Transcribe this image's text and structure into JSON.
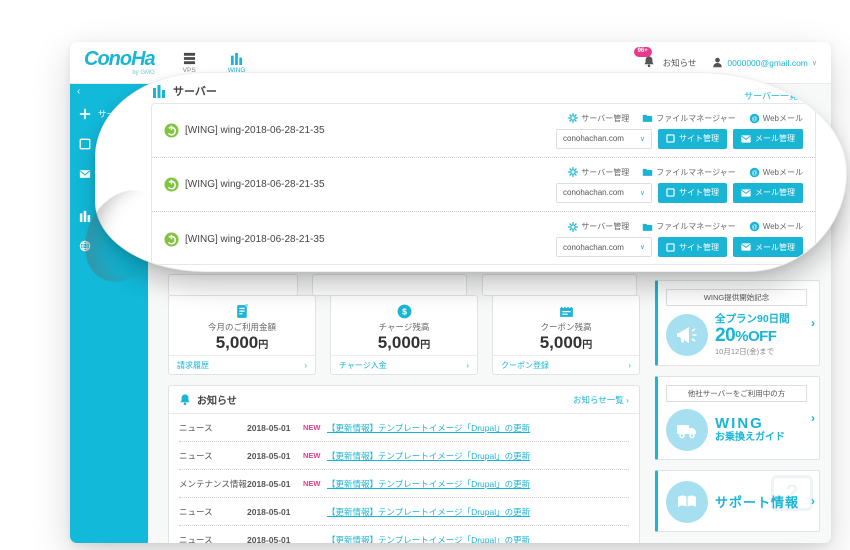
{
  "colors": {
    "brand": "#1ab5d5",
    "sidebar": "#12b9d9",
    "pink": "#e9398b",
    "green": "#82c342",
    "icon_circle": "#a6dff0"
  },
  "glyphs": {
    "chevron": "›",
    "caret": "∨",
    "collapse": "‹"
  },
  "header": {
    "logo_text": "ConoHa",
    "logo_sub": "by GMO",
    "nav": [
      {
        "label": "VPS"
      },
      {
        "label": "WING"
      }
    ],
    "notice_badge": "96+",
    "notice_label": "お知らせ",
    "account_email": "0000000@gmail.com"
  },
  "sidebar": {
    "items": [
      {
        "label": "サーバー追加"
      },
      {
        "label": "サイト管理"
      },
      {
        "label": "メール"
      },
      {
        "label": ""
      },
      {
        "label": ""
      }
    ]
  },
  "magnifier": {
    "panel_title": "サーバー",
    "panel_link": "サーバー一覧",
    "actions": {
      "server_manage": "サーバー管理",
      "file_manager": "ファイルマネージャー",
      "webmail": "Webメール",
      "site_manage": "サイト管理",
      "mail_manage": "メール管理"
    },
    "servers": [
      {
        "name": "[WING] wing-2018-06-28-21-35",
        "domain": "conohachan.com"
      },
      {
        "name": "[WING] wing-2018-06-28-21-35",
        "domain": "conohachan.com"
      },
      {
        "name": "[WING] wing-2018-06-28-21-35",
        "domain": "conohachan.com"
      }
    ]
  },
  "billing": [
    {
      "label": "今月のご利用金額",
      "amount": "5,000",
      "unit": "円",
      "link": "請求履歴"
    },
    {
      "label": "チャージ残高",
      "amount": "5,000",
      "unit": "円",
      "link": "チャージ入金"
    },
    {
      "label": "クーポン残高",
      "amount": "5,000",
      "unit": "円",
      "link": "クーポン登録"
    }
  ],
  "news": {
    "title": "お知らせ",
    "more_link": "お知らせ一覧 ›",
    "new_label": "NEW",
    "items": [
      {
        "category": "ニュース",
        "date": "2018-05-01",
        "title": "【更新情報】テンプレートイメージ「Drupal」の更新"
      },
      {
        "category": "ニュース",
        "date": "2018-05-01",
        "title": "【更新情報】テンプレートイメージ「Drupal」の更新"
      },
      {
        "category": "メンテナンス情報",
        "date": "2018-05-01",
        "title": "【更新情報】テンプレートイメージ「Drupal」の更新"
      },
      {
        "category": "ニュース",
        "date": "2018-05-01",
        "title": "【更新情報】テンプレートイメージ「Drupal」の更新"
      },
      {
        "category": "ニュース",
        "date": "2018-05-01",
        "title": "【更新情報】テンプレートイメージ「Drupal」の更新"
      }
    ]
  },
  "promos": {
    "campaign": {
      "tag": "WING提供開始記念",
      "line1": "全プラン90日間",
      "discount_num": "20",
      "discount_suffix": "%OFF",
      "until": "10月12日(金)まで"
    },
    "migration": {
      "tag": "他社サーバーをご利用中の方",
      "line1": "WING",
      "line2": "お乗換えガイド"
    },
    "support": {
      "label": "サポート情報",
      "mark": "?"
    }
  }
}
